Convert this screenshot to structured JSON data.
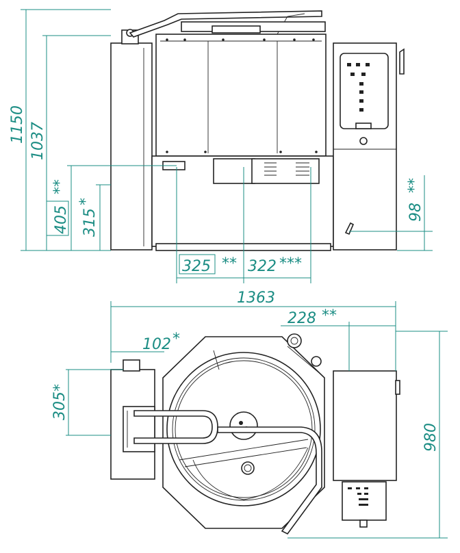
{
  "colors": {
    "dimension": "#1a8c83",
    "outline": "#222222",
    "background": "#ffffff"
  },
  "front_view": {
    "dims": {
      "overall_height": "1150",
      "body_height": "1037",
      "left_offset_a": "405",
      "left_offset_a_mark": "**",
      "left_offset_b": "315",
      "left_offset_b_mark": "*",
      "bottom_left": "325",
      "bottom_left_mark": "**",
      "bottom_right": "322",
      "bottom_right_mark": "***",
      "right_height": "98",
      "right_height_mark": "**"
    }
  },
  "top_view": {
    "dims": {
      "overall_width": "1363",
      "right_offset": "228",
      "right_offset_mark": "**",
      "left_offset": "102",
      "left_offset_mark": "*",
      "left_depth": "305",
      "left_depth_mark": "*",
      "overall_depth": "980"
    }
  }
}
